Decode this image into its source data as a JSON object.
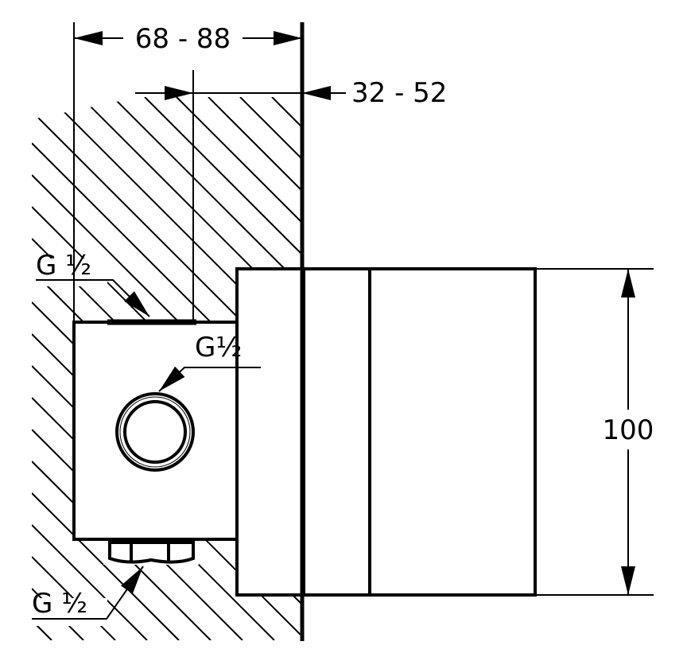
{
  "dimensions": {
    "embed_depth_range": "68 - 88",
    "cover_depth_range": "32 - 52",
    "height": "100"
  },
  "connections": {
    "top_port": "G ½",
    "side_port": "G½",
    "bottom_port": "G ½"
  },
  "colors": {
    "line": "#000000",
    "background": "#ffffff"
  }
}
